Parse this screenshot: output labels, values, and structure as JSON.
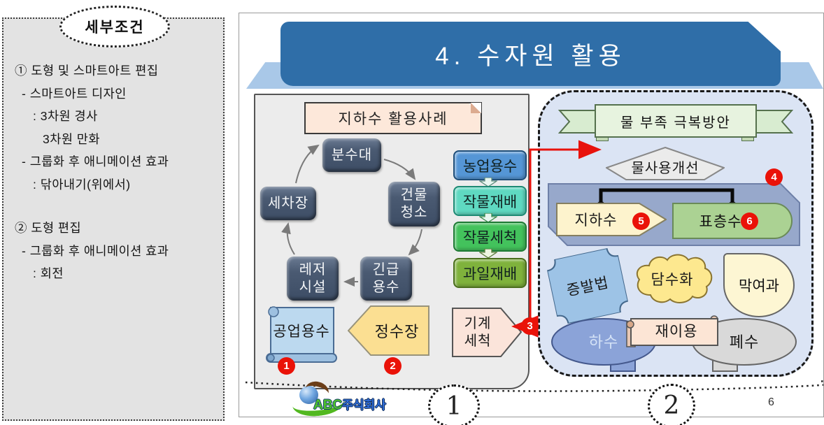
{
  "conditions_panel": {
    "title": "세부조건",
    "lines": [
      "① 도형 및 스마트아트 편집",
      "- 스마트아트 디자인",
      ": 3차원 경사",
      "3차원 만화",
      "- 그룹화 후 애니메이션 효과",
      ": 닦아내기(위에서)",
      "② 도형 편집",
      "- 그룹화 후 애니메이션 효과",
      ": 회전"
    ]
  },
  "slide": {
    "title": "4. 수자원 활용",
    "page_number": "6",
    "footer": {
      "logo_abc": "ABC",
      "logo_company": "주식회사",
      "group1": "1",
      "group2": "2"
    },
    "left_diagram": {
      "header": "지하수 활용사례",
      "cycle": {
        "fountain": "분수대",
        "building1": "건물",
        "building2": "청소",
        "emergency1": "긴급",
        "emergency2": "용수",
        "leisure1": "레저",
        "leisure2": "시설",
        "carwash": "세차장"
      },
      "chain": {
        "c1": "농업용수",
        "c2": "작물재배",
        "c3": "작물세척",
        "c4": "과일재배"
      },
      "industrial": "공업용수",
      "purification": "정수장",
      "machine1": "기계",
      "machine2": "세척",
      "badge1": "1",
      "badge2": "2",
      "badge3": "3"
    },
    "right_diagram": {
      "ribbon": "물 부족 극복방안",
      "improve": "물사용개선",
      "badge4": "4",
      "groundwater": "지하수",
      "badge5": "5",
      "surface": "표층수",
      "badge6": "6",
      "evaporation": "증발법",
      "desalination": "담수화",
      "membrane": "막여과",
      "sewage": "하수",
      "reuse": "재이용",
      "wastewater": "폐수"
    }
  },
  "colors": {
    "title_banner": "#2F6EA8",
    "title_band": "#A9C8E8",
    "cycle_node": "#46566E",
    "chain_agriculture": "#5596D6",
    "chain_crop_grow": "#5FD9C1",
    "chain_crop_wash": "#43C25C",
    "chain_fruit": "#7FB23C",
    "badge_red": "#EA1208",
    "right_panel_bg": "#DBE4F4",
    "blue_subpanel": "#97A8CB"
  }
}
